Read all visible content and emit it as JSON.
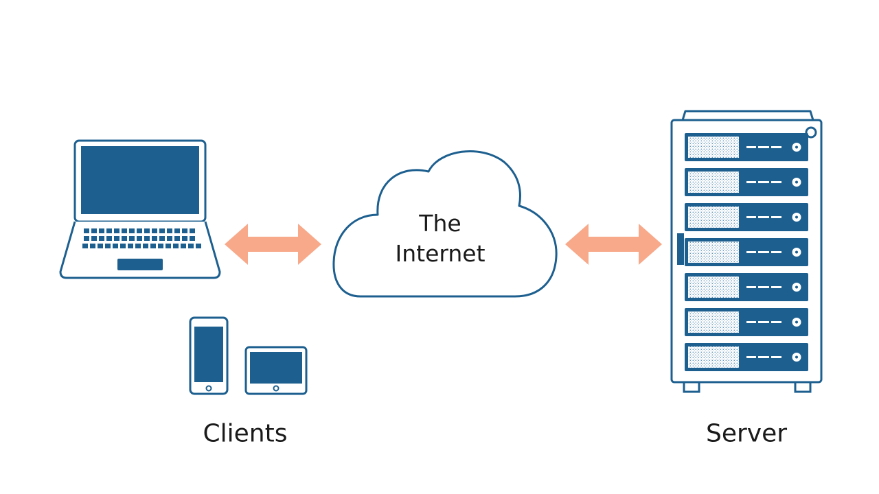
{
  "cloud": {
    "line1": "The",
    "line2": "Internet"
  },
  "clients": {
    "label": "Clients"
  },
  "server": {
    "label": "Server",
    "slot_count": 7
  },
  "colors": {
    "outline": "#1d5f8f",
    "fill": "#1d5f8f",
    "arrow": "#f7a98a",
    "background": "#ffffff"
  },
  "icons": [
    "laptop-icon",
    "smartphone-icon",
    "tablet-icon",
    "cloud-icon",
    "server-rack-icon",
    "double-arrow-icon"
  ]
}
